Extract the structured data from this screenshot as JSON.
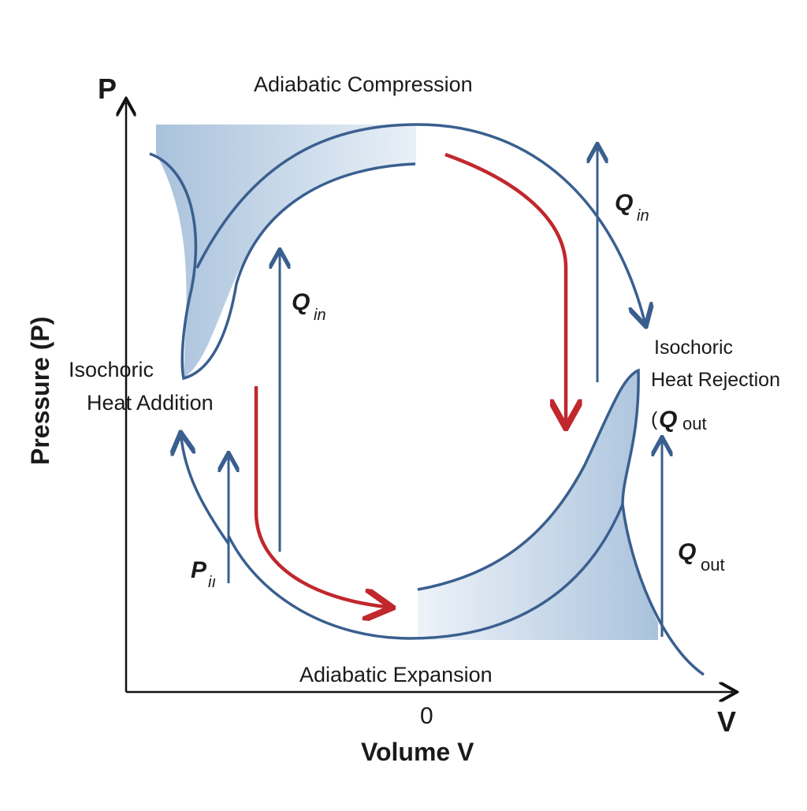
{
  "axes": {
    "y_letter": "P",
    "x_letter": "V",
    "y_title": "Pressure (P)",
    "x_title": "Volume V",
    "origin_label": "0"
  },
  "processes": {
    "top": "Adiabatic Compression",
    "bottom": "Adiabatic Expansion",
    "left_line1": "Isochoric",
    "left_line2": "Heat Addition",
    "right_line1": "Isochoric",
    "right_line2": "Heat Rejection",
    "right_line3_prefix": "("
  },
  "heat_labels": {
    "q_symbol": "Q",
    "in_sub": "in",
    "out_sub": "out",
    "p_symbol": "P",
    "p_sub": "iı"
  },
  "colors": {
    "curve_blue": "#3a5f8f",
    "fill_blue": "#b9cde2",
    "arrow_red": "#c0282d",
    "axis_black": "#111111"
  }
}
